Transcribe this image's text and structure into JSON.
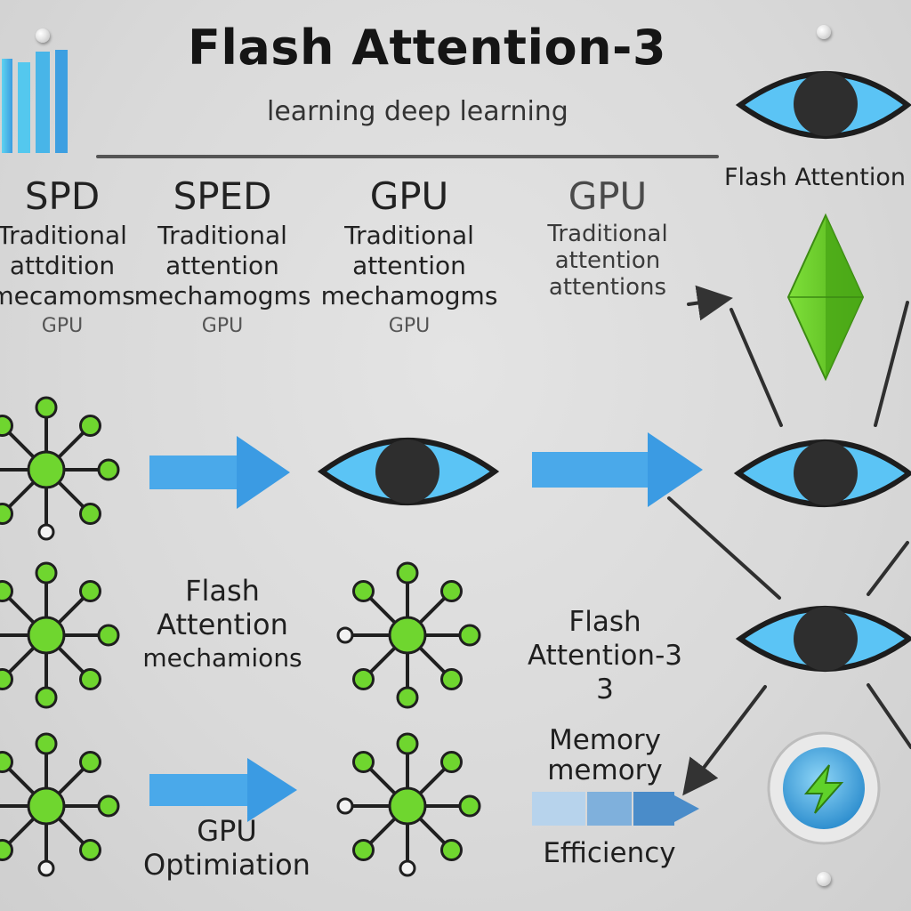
{
  "header": {
    "title": "Flash Attention-3",
    "subtitle": "learning deep learning",
    "side_label": "Flash Attention"
  },
  "columns": [
    {
      "head": "SPD",
      "lines": [
        "Traditional",
        "attdition",
        "mecamoms"
      ],
      "foot": "GPU"
    },
    {
      "head": "SPED",
      "lines": [
        "Traditional",
        "attention",
        "mechamogms"
      ],
      "foot": "GPU"
    },
    {
      "head": "GPU",
      "lines": [
        "Traditional",
        "attention",
        "mechamogms"
      ],
      "foot": "GPU"
    },
    {
      "head": "GPU",
      "lines": [
        "Traditional",
        "attention",
        "attentions"
      ],
      "foot": ""
    }
  ],
  "labels": {
    "flash_mechanisms": [
      "Flash",
      "Attention",
      "mechamions"
    ],
    "flash_attention_3": [
      "Flash",
      "Attention-3",
      "3"
    ],
    "memory": [
      "Memory",
      "memory"
    ],
    "gpu_optimization": [
      "GPU",
      "Optimiation"
    ],
    "efficiency": "Efficiency"
  },
  "icons": {
    "network": "network-node-icon",
    "eye": "eye-icon",
    "arrow": "arrow-right-icon",
    "crystal": "green-crystal-icon",
    "bolt": "lightning-bolt-icon",
    "chart": "bar-chart-icon"
  },
  "colors": {
    "node_green": "#6fd62f",
    "eye_blue": "#5bc4f5",
    "arrow_blue": "#4aa9ea",
    "pupil": "#2e2e2e",
    "crystal_green": "#5cc21d"
  }
}
